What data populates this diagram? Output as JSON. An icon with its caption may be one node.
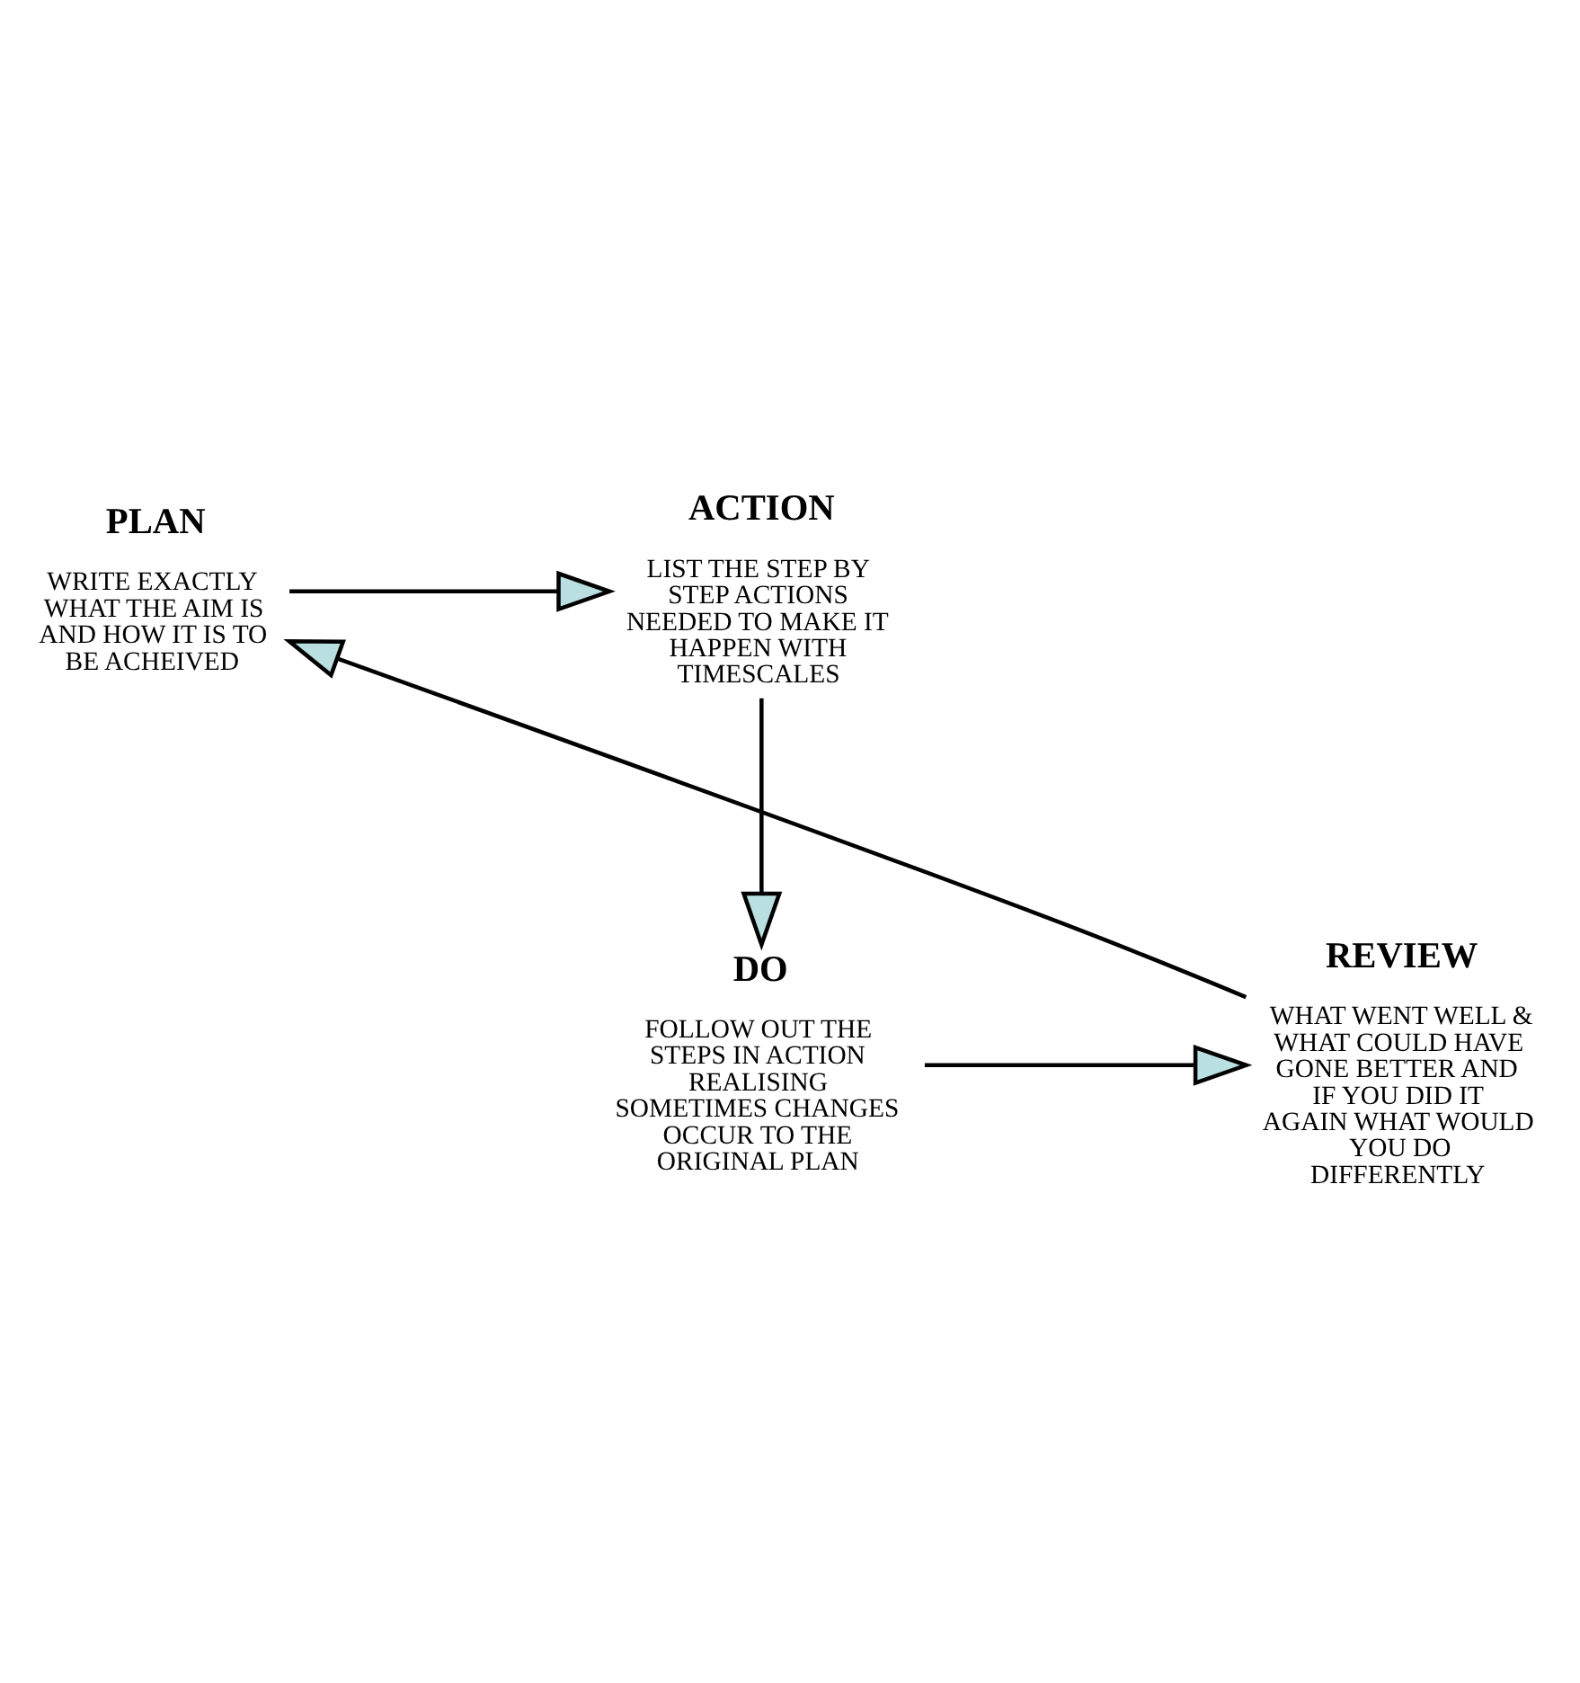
{
  "diagram": {
    "nodes": [
      {
        "text": [
          "PLAN",
          "WRITE EXACTLY WHAT THE AIM IS AND HOW IT IS TO BE ACHEIVED"
        ]
      },
      {
        "text": [
          "ACTION",
          "LIST THE STEP BY STEP ACTIONS NEEDED TO MAKE IT HAPPEN WITH TIMESCALES"
        ]
      },
      {
        "text": [
          "DO",
          "FOLLOW OUT THE STEPS IN ACTION REALISING SOMETIMES CHANGES OCCUR TO THE ORIGINAL PLAN"
        ]
      },
      {
        "text": [
          "REVIEW",
          "WHAT WENT WELL & WHAT COULD HAVE GONE BETTER AND IF YOU DID IT AGAIN WHAT WOULD YOU DO DIFFERENTLY"
        ]
      }
    ],
    "edges": [
      {
        "from": 0,
        "to": 1,
        "arrow": "to"
      },
      {
        "from": 1,
        "to": 2,
        "arrow": "to"
      },
      {
        "from": 2,
        "to": 3,
        "arrow": "to"
      },
      {
        "from": 3,
        "to": 0,
        "arrow": "to"
      }
    ]
  }
}
